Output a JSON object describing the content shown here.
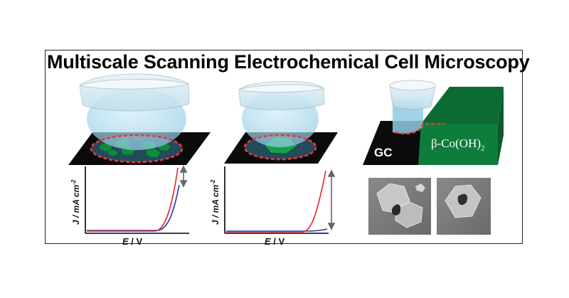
{
  "figure": {
    "title": "Multiscale Scanning Electrochemical Cell Microscopy"
  },
  "plots": [
    {
      "ylabel": "J / mA cm",
      "ylabel_sup": "-2",
      "xlabel_var": "E",
      "xlabel_unit": " / V"
    },
    {
      "ylabel": "J / mA cm",
      "ylabel_sup": "-2",
      "xlabel_var": "E",
      "xlabel_unit": " / V"
    }
  ],
  "labels": {
    "substrate": "GC",
    "crystal": "β-Co(OH)",
    "crystal_sub": "2"
  },
  "colors": {
    "droplet": "#a9d8ec",
    "substrate": "#0b0b0b",
    "crystal": "#0e7d3c",
    "boundary": "#e53a3a",
    "curve_red": "#e8262b",
    "curve_blue": "#2b35a8",
    "arrow": "#777777"
  }
}
